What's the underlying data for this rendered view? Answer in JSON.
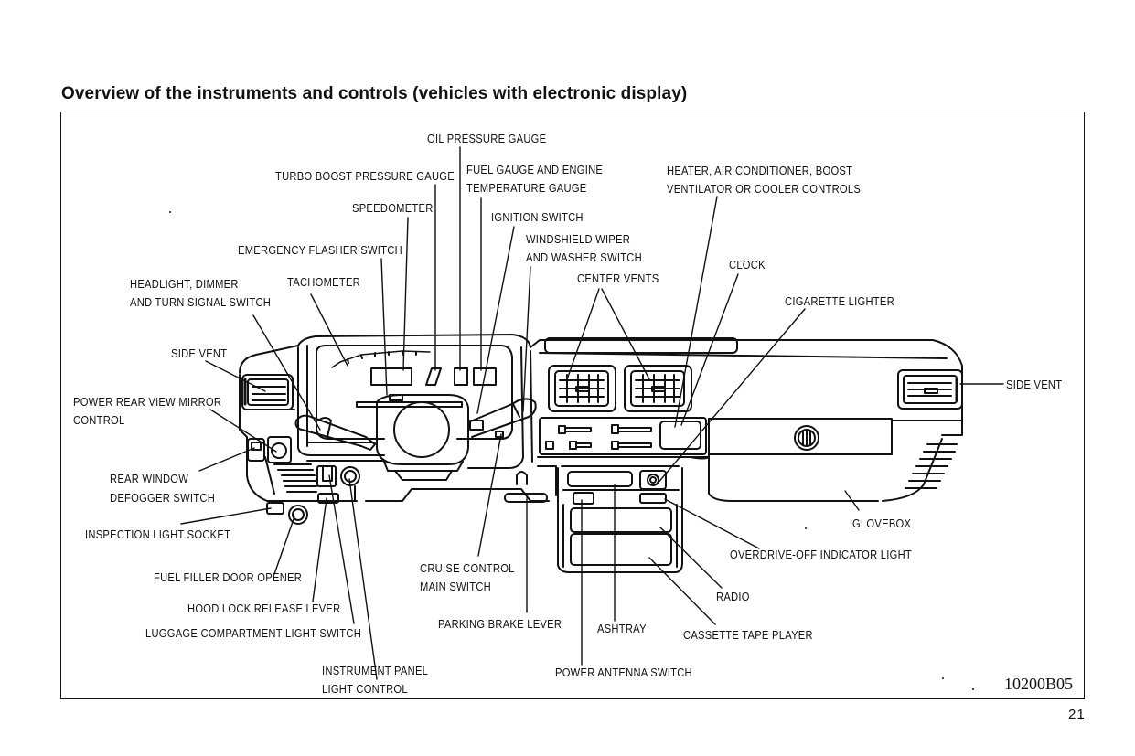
{
  "page": {
    "title": "Overview of the instruments and controls (vehicles with electronic display)",
    "figure_code": "10200B05",
    "page_number": "21"
  },
  "labels": {
    "oil_pressure_gauge": "OIL PRESSURE GAUGE",
    "turbo_boost_pressure_gauge": "TURBO BOOST PRESSURE GAUGE",
    "fuel_gauge_line1": "FUEL GAUGE AND ENGINE",
    "fuel_gauge_line2": "TEMPERATURE GAUGE",
    "speedometer": "SPEEDOMETER",
    "ignition_switch": "IGNITION SWITCH",
    "heater_line1": "HEATER, AIR CONDITIONER, BOOST",
    "heater_line2": "VENTILATOR OR COOLER CONTROLS",
    "emergency_flasher_switch": "EMERGENCY FLASHER SWITCH",
    "wiper_line1": "WINDSHIELD WIPER",
    "wiper_line2": "AND WASHER SWITCH",
    "clock": "CLOCK",
    "center_vents": "CENTER VENTS",
    "headlight_line1": "HEADLIGHT, DIMMER",
    "headlight_line2": "AND TURN SIGNAL SWITCH",
    "tachometer": "TACHOMETER",
    "cigarette_lighter": "CIGARETTE LIGHTER",
    "side_vent_left": "SIDE VENT",
    "side_vent_right": "SIDE VENT",
    "mirror_line1": "POWER REAR VIEW MIRROR",
    "mirror_line2": "CONTROL",
    "defogger_line1": "REAR WINDOW",
    "defogger_line2": "DEFOGGER SWITCH",
    "inspection_light_socket": "INSPECTION LIGHT SOCKET",
    "fuel_filler_door_opener": "FUEL FILLER DOOR OPENER",
    "hood_lock_release_lever": "HOOD LOCK RELEASE LEVER",
    "luggage_compartment_light_switch": "LUGGAGE COMPARTMENT LIGHT SWITCH",
    "instrument_panel_line1": "INSTRUMENT PANEL",
    "instrument_panel_line2": "LIGHT CONTROL",
    "cruise_line1": "CRUISE CONTROL",
    "cruise_line2": "MAIN SWITCH",
    "parking_brake_lever": "PARKING BRAKE LEVER",
    "ashtray": "ASHTRAY",
    "power_antenna_switch": "POWER ANTENNA SWITCH",
    "cassette_tape_player": "CASSETTE TAPE PLAYER",
    "radio": "RADIO",
    "overdrive_off_indicator_light": "OVERDRIVE-OFF INDICATOR LIGHT",
    "glovebox": "GLOVEBOX"
  }
}
